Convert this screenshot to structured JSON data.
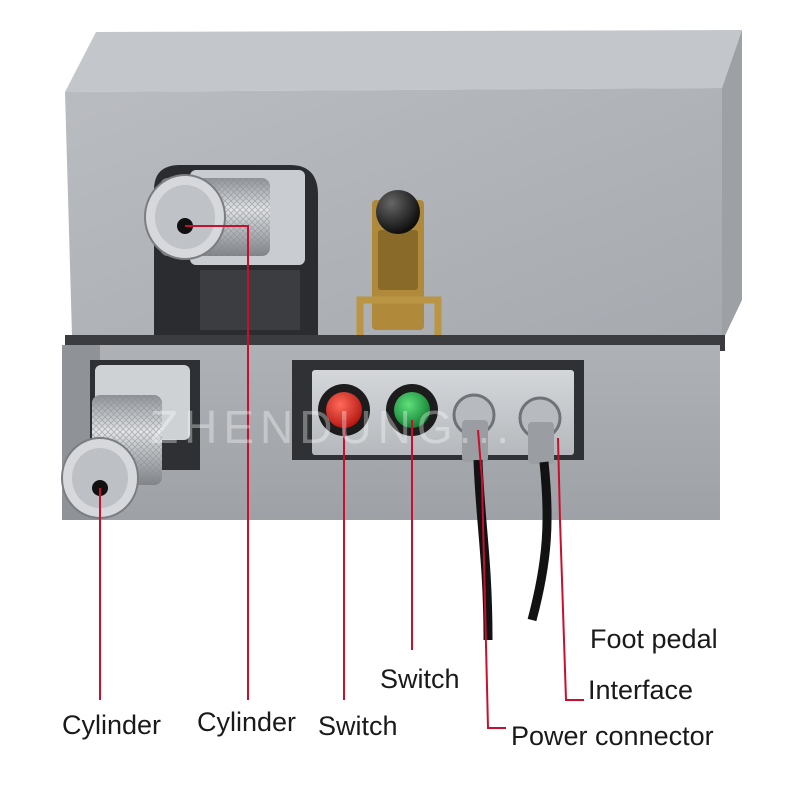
{
  "labels": {
    "cylinder_left": "Cylinder",
    "cylinder_right": "Cylinder",
    "switch_bottom": "Switch",
    "switch_top": "Switch",
    "power_connector": "Power connector",
    "foot_pedal": "Foot pedal",
    "interface": "Interface"
  },
  "watermark": "ZHENDUNG...",
  "colors": {
    "leader_line": "#c8102e",
    "body_gray": "#a4a8ad",
    "red_button": "#d31c14",
    "green_button": "#17a042"
  }
}
